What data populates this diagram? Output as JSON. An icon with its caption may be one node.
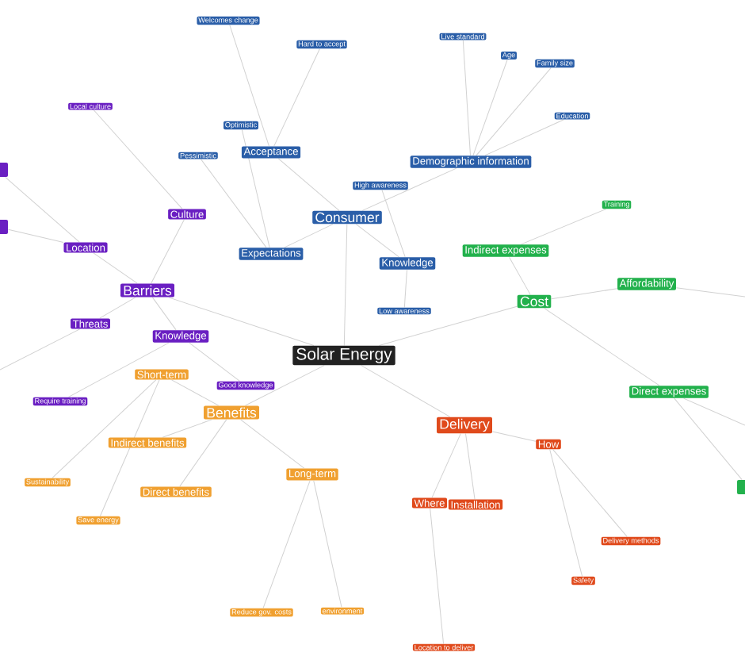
{
  "diagram": {
    "nodes": [
      {
        "text": [
          "Solar Energy"
        ]
      },
      {
        "text": [
          "Consumer"
        ]
      },
      {
        "text": [
          "Acceptance"
        ]
      },
      {
        "text": [
          "Welcomes change"
        ]
      },
      {
        "text": [
          "Hard to accept"
        ]
      },
      {
        "text": [
          "Expectations"
        ]
      },
      {
        "text": [
          "Optimistic"
        ]
      },
      {
        "text": [
          "Pessimistic"
        ]
      },
      {
        "text": [
          "Knowledge"
        ]
      },
      {
        "text": [
          "High awareness"
        ]
      },
      {
        "text": [
          "Low awareness"
        ]
      },
      {
        "text": [
          "Demographic information"
        ]
      },
      {
        "text": [
          "Live standard"
        ]
      },
      {
        "text": [
          "Age"
        ]
      },
      {
        "text": [
          "Family size"
        ]
      },
      {
        "text": [
          "Education"
        ]
      },
      {
        "text": [
          "Barriers"
        ]
      },
      {
        "text": [
          "Culture"
        ]
      },
      {
        "text": [
          "Local culture"
        ]
      },
      {
        "text": [
          "Location"
        ]
      },
      {
        "text": [],
        "shape": "box"
      },
      {
        "text": [],
        "shape": "box"
      },
      {
        "text": [
          "Threats"
        ]
      },
      {
        "text": [
          "Knowledge"
        ]
      },
      {
        "text": [
          "Require training"
        ]
      },
      {
        "text": [
          "Good knowledge"
        ]
      },
      {
        "text": [
          "Benefits"
        ]
      },
      {
        "text": [
          "Short-term"
        ]
      },
      {
        "text": [
          "Sustainability"
        ]
      },
      {
        "text": [
          "Save energy"
        ]
      },
      {
        "text": [
          "Indirect benefits"
        ]
      },
      {
        "text": [
          "Direct benefits"
        ]
      },
      {
        "text": [
          "Long-term"
        ]
      },
      {
        "text": [
          "Reduce gov. costs"
        ]
      },
      {
        "text": [
          "environment"
        ]
      },
      {
        "text": [
          "Cost"
        ]
      },
      {
        "text": [
          "Indirect expenses"
        ]
      },
      {
        "text": [
          "Training"
        ]
      },
      {
        "text": [
          "Affordability"
        ]
      },
      {
        "text": [
          "Direct expenses"
        ]
      },
      {
        "text": [],
        "shape": "box"
      },
      {
        "text": [
          "Delivery"
        ]
      },
      {
        "text": [
          "Where"
        ]
      },
      {
        "text": [
          "Installation"
        ]
      },
      {
        "text": [
          "How"
        ]
      },
      {
        "text": [
          "Delivery methods"
        ]
      },
      {
        "text": [
          "Safety"
        ]
      },
      {
        "text": [
          "Location to deliver"
        ]
      }
    ],
    "edges": [
      {
        "from": 0,
        "to": 1,
        "arrow": "none"
      },
      {
        "from": 0,
        "to": 16,
        "arrow": "none"
      },
      {
        "from": 0,
        "to": 26,
        "arrow": "none"
      },
      {
        "from": 0,
        "to": 41,
        "arrow": "none"
      },
      {
        "from": 0,
        "to": 35,
        "arrow": "none"
      },
      {
        "from": 1,
        "to": 2,
        "arrow": "none"
      },
      {
        "from": 1,
        "to": 5,
        "arrow": "none"
      },
      {
        "from": 1,
        "to": 8,
        "arrow": "none"
      },
      {
        "from": 1,
        "to": 11,
        "arrow": "none"
      },
      {
        "from": 2,
        "to": 3,
        "arrow": "none"
      },
      {
        "from": 2,
        "to": 4,
        "arrow": "none"
      },
      {
        "from": 5,
        "to": 6,
        "arrow": "none"
      },
      {
        "from": 5,
        "to": 7,
        "arrow": "none"
      },
      {
        "from": 8,
        "to": 9,
        "arrow": "none"
      },
      {
        "from": 8,
        "to": 10,
        "arrow": "none"
      },
      {
        "from": 11,
        "to": 12,
        "arrow": "none"
      },
      {
        "from": 11,
        "to": 13,
        "arrow": "none"
      },
      {
        "from": 11,
        "to": 14,
        "arrow": "none"
      },
      {
        "from": 11,
        "to": 15,
        "arrow": "none"
      },
      {
        "from": 16,
        "to": 17,
        "arrow": "none"
      },
      {
        "from": 16,
        "to": 19,
        "arrow": "none"
      },
      {
        "from": 16,
        "to": 22,
        "arrow": "none"
      },
      {
        "from": 16,
        "to": 23,
        "arrow": "none"
      },
      {
        "from": 17,
        "to": 18,
        "arrow": "none"
      },
      {
        "from": 19,
        "to": 20,
        "arrow": "none"
      },
      {
        "from": 19,
        "to": 21,
        "arrow": "none"
      },
      {
        "from": 22,
        "to": null,
        "arrow": "none"
      },
      {
        "from": 23,
        "to": 24,
        "arrow": "none"
      },
      {
        "from": 23,
        "to": 25,
        "arrow": "none"
      },
      {
        "from": 26,
        "to": 27,
        "arrow": "none"
      },
      {
        "from": 26,
        "to": 30,
        "arrow": "none"
      },
      {
        "from": 26,
        "to": 31,
        "arrow": "none"
      },
      {
        "from": 26,
        "to": 32,
        "arrow": "none"
      },
      {
        "from": 27,
        "to": 28,
        "arrow": "none"
      },
      {
        "from": 27,
        "to": 29,
        "arrow": "none"
      },
      {
        "from": 32,
        "to": 33,
        "arrow": "none"
      },
      {
        "from": 32,
        "to": 34,
        "arrow": "none"
      },
      {
        "from": 35,
        "to": 36,
        "arrow": "none"
      },
      {
        "from": 35,
        "to": 38,
        "arrow": "none"
      },
      {
        "from": 35,
        "to": 39,
        "arrow": "none"
      },
      {
        "from": 36,
        "to": 37,
        "arrow": "none"
      },
      {
        "from": 38,
        "to": null,
        "arrow": "none"
      },
      {
        "from": 39,
        "to": 40,
        "arrow": "none"
      },
      {
        "from": 39,
        "to": null,
        "arrow": "none"
      },
      {
        "from": 41,
        "to": 42,
        "arrow": "none"
      },
      {
        "from": 41,
        "to": 43,
        "arrow": "none"
      },
      {
        "from": 41,
        "to": 44,
        "arrow": "none"
      },
      {
        "from": 42,
        "to": 47,
        "arrow": "none"
      },
      {
        "from": 44,
        "to": 45,
        "arrow": "none"
      },
      {
        "from": 44,
        "to": 46,
        "arrow": "none"
      }
    ]
  }
}
